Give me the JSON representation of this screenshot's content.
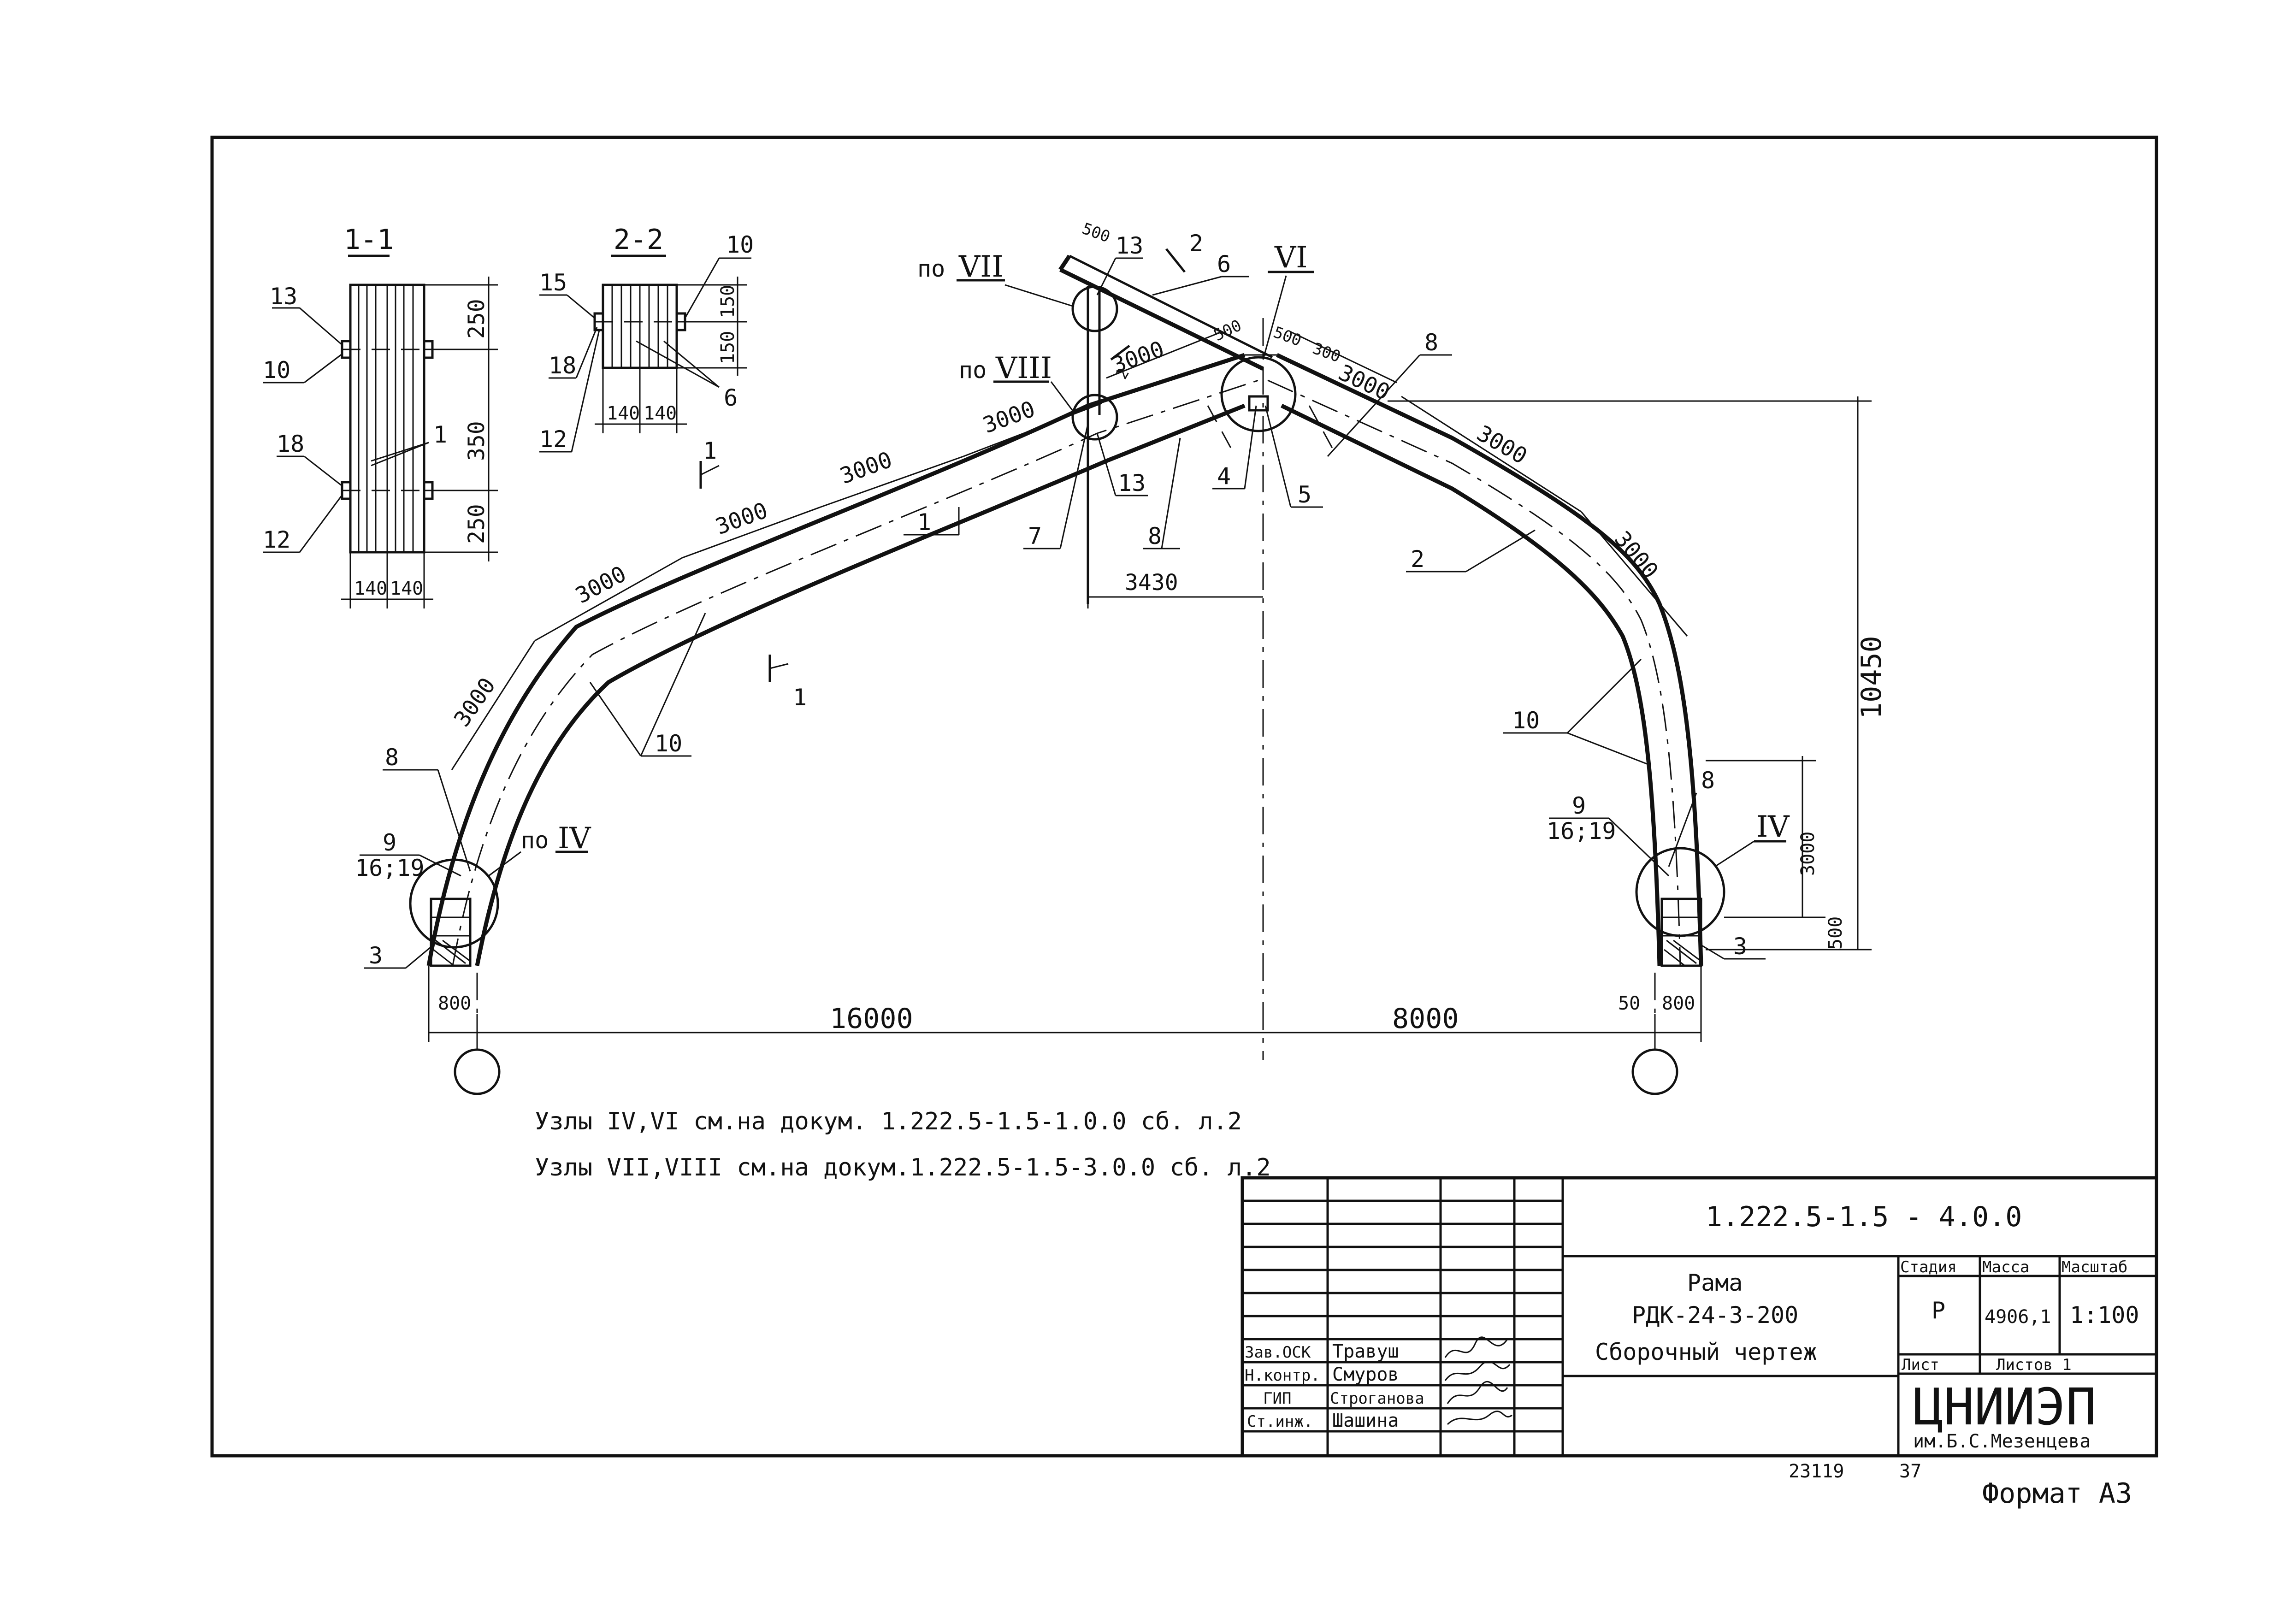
{
  "sections": {
    "s1_title": "1-1",
    "s2_title": "2-2",
    "s1_dims": [
      "250",
      "350",
      "250"
    ],
    "s1_width_dims": [
      "140",
      "140"
    ],
    "s1_labels": [
      "13",
      "10",
      "18",
      "12",
      "1"
    ],
    "s2_dims": [
      "150",
      "150"
    ],
    "s2_width_dims": [
      "140",
      "140"
    ],
    "s2_labels": [
      "15",
      "18",
      "12",
      "10",
      "6"
    ]
  },
  "frame_dims": {
    "left_arc": [
      "3000",
      "3000",
      "3000",
      "3000",
      "3000",
      "3000"
    ],
    "right_arc": [
      "3000",
      "3000",
      "3000"
    ],
    "top_small": [
      "500",
      "500",
      "300",
      "500"
    ],
    "span_left": "16000",
    "span_right": "8000",
    "offset_3430": "3430",
    "height_10450": "10450",
    "height_3000": "3000",
    "height_500": "500",
    "base_800_left": "800",
    "base_800_right": "800",
    "base_50": "50"
  },
  "callouts": {
    "n1": "1",
    "n2": "2",
    "n3a": "3",
    "n3b": "3",
    "n4": "4",
    "n5": "5",
    "n6": "6",
    "n7": "7",
    "n8a": "8",
    "n8b": "8",
    "n8c": "8",
    "n8d": "8",
    "n9a": "9",
    "n9b": "9",
    "n16a": "16;19",
    "n16b": "16;19",
    "n10a": "10",
    "n10b": "10",
    "n13a": "13",
    "n13b": "13",
    "cut1_top": "1",
    "cut1_bot": "1",
    "cut2": "2",
    "cut2b": "2"
  },
  "nodes": {
    "po": "по",
    "vii": "VII",
    "viii": "VIII",
    "vi": "VI",
    "iv_left": "IV",
    "iv_right": "IV"
  },
  "notes": {
    "line1": "Узлы IV,VI см.на докум. 1.222.5-1.5-1.0.0 сб. л.2",
    "line2": "Узлы VII,VIII см.на докум.1.222.5-1.5-3.0.0 сб. л.2"
  },
  "title_block": {
    "code": "1.222.5-1.5 - 4.0.0",
    "name_line1": "Рама",
    "name_line2": "РДК-24-3-200",
    "name_line3": "Сборочный чертеж",
    "stage_label": "Стадия",
    "mass_label": "Масса",
    "scale_label": "Масштаб",
    "stage": "Р",
    "mass": "4906,1",
    "scale": "1:100",
    "sheet_label": "Лист",
    "sheets_label": "Листов 1",
    "org_line1": "ЦНИИЭП",
    "org_line2": "им.Б.С.Мезенцева",
    "roles": [
      "Зав.ОСК",
      "Н.контр.",
      "ГИП",
      "Ст.инж."
    ],
    "names": [
      "Травуш",
      "Смуров",
      "Строганова",
      "Шашина"
    ]
  },
  "footer": {
    "inv": "23119",
    "num": "37",
    "format": "Формат А3"
  }
}
